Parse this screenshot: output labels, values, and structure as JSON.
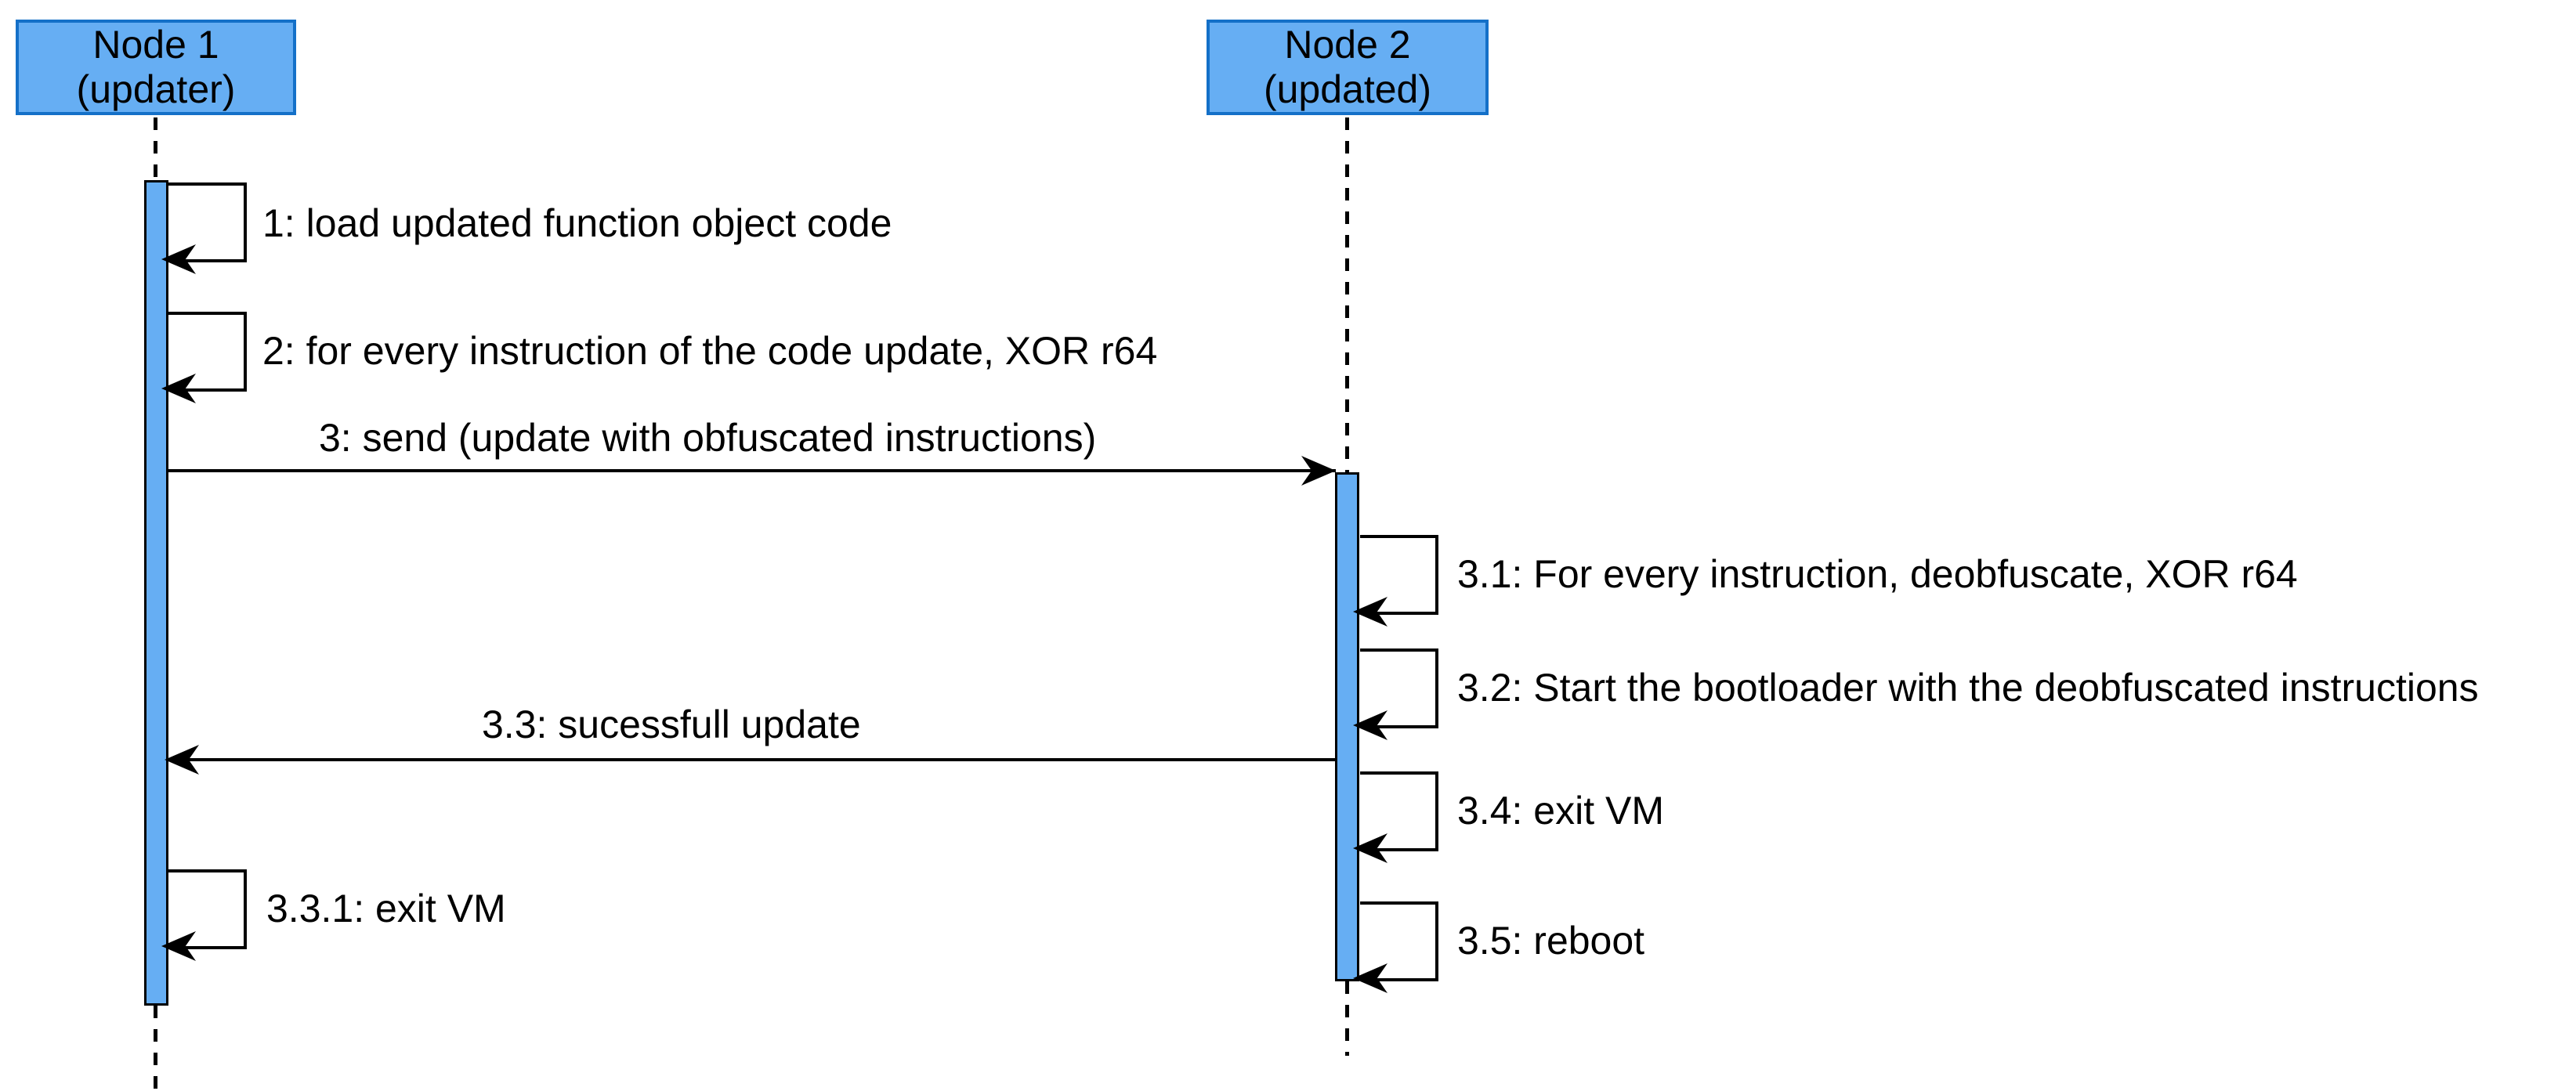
{
  "diagram": {
    "type": "uml-sequence",
    "actors": [
      {
        "id": "node1",
        "title": "Node 1",
        "subtitle": "(updater)"
      },
      {
        "id": "node2",
        "title": "Node 2",
        "subtitle": "(updated)"
      }
    ],
    "messages": [
      {
        "seq": "1",
        "label": "1: load updated function object code",
        "kind": "self",
        "actor": "node1"
      },
      {
        "seq": "2",
        "label": "2: for every instruction of the code update, XOR r64",
        "kind": "self",
        "actor": "node1"
      },
      {
        "seq": "3",
        "label": "3: send (update with obfuscated instructions)",
        "kind": "arrow",
        "from": "node1",
        "to": "node2"
      },
      {
        "seq": "3.1",
        "label": "3.1: For every instruction, deobfuscate, XOR r64",
        "kind": "self",
        "actor": "node2"
      },
      {
        "seq": "3.2",
        "label": "3.2: Start the bootloader with the deobfuscated instructions",
        "kind": "self",
        "actor": "node2"
      },
      {
        "seq": "3.3",
        "label": "3.3: sucessfull update",
        "kind": "arrow",
        "from": "node2",
        "to": "node1"
      },
      {
        "seq": "3.4",
        "label": "3.4: exit VM",
        "kind": "self",
        "actor": "node2"
      },
      {
        "seq": "3.3.1",
        "label": "3.3.1: exit VM",
        "kind": "self",
        "actor": "node1"
      },
      {
        "seq": "3.5",
        "label": "3.5: reboot",
        "kind": "self",
        "actor": "node2"
      }
    ],
    "colors": {
      "actor_fill": "#66AEF3",
      "actor_border": "#1470C8",
      "line": "#000000",
      "background": "#ffffff"
    }
  }
}
